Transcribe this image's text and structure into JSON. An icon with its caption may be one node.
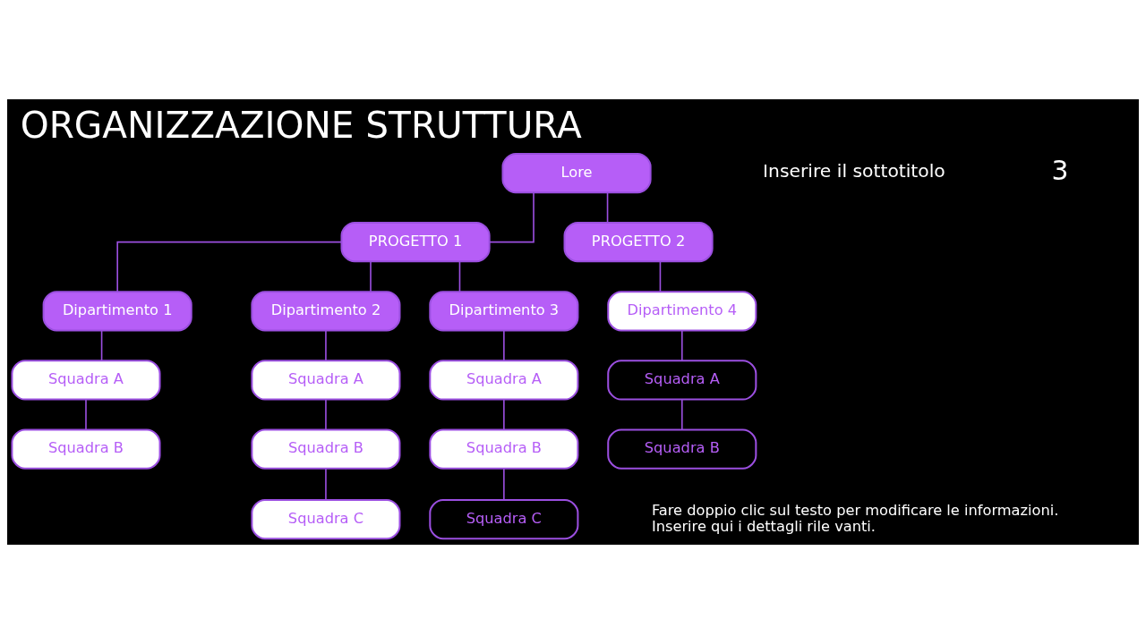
{
  "diagram": {
    "title": "ORGANIZZAZIONE STRUTTURA",
    "nodes": [
      {
        "text": [
          "Lore"
        ]
      },
      {
        "text": [
          "PROGETTO 1"
        ]
      },
      {
        "text": [
          "PROGETTO 2"
        ]
      },
      {
        "text": [
          "Dipartimento 1"
        ]
      },
      {
        "text": [
          "Dipartimento 2"
        ]
      },
      {
        "text": [
          "Dipartimento 3"
        ]
      },
      {
        "text": [
          "Dipartimento 4"
        ]
      },
      {
        "text": [
          "Squadra A"
        ]
      },
      {
        "text": [
          "Squadra B"
        ]
      },
      {
        "text": [
          "Squadra A"
        ]
      },
      {
        "text": [
          "Squadra B"
        ]
      },
      {
        "text": [
          "Squadra C"
        ]
      },
      {
        "text": [
          "Squadra A"
        ]
      },
      {
        "text": [
          "Squadra B"
        ]
      },
      {
        "text": [
          "Squadra C"
        ]
      },
      {
        "text": [
          "Squadra A"
        ]
      },
      {
        "text": [
          "Squadra B"
        ]
      }
    ],
    "edges": [
      {
        "from": 0,
        "to": 1,
        "arrow": "none"
      },
      {
        "from": 0,
        "to": 2,
        "arrow": "none"
      },
      {
        "from": 1,
        "to": 3,
        "arrow": "none"
      },
      {
        "from": 1,
        "to": 4,
        "arrow": "none"
      },
      {
        "from": 1,
        "to": 5,
        "arrow": "none"
      },
      {
        "from": 2,
        "to": 6,
        "arrow": "none"
      },
      {
        "from": 3,
        "to": 7,
        "arrow": "none"
      },
      {
        "from": 7,
        "to": 8,
        "arrow": "none"
      },
      {
        "from": 4,
        "to": 9,
        "arrow": "none"
      },
      {
        "from": 9,
        "to": 10,
        "arrow": "none"
      },
      {
        "from": 10,
        "to": 11,
        "arrow": "none"
      },
      {
        "from": 5,
        "to": 12,
        "arrow": "none"
      },
      {
        "from": 12,
        "to": 13,
        "arrow": "none"
      },
      {
        "from": 13,
        "to": 14,
        "arrow": "none"
      },
      {
        "from": 6,
        "to": 15,
        "arrow": "none"
      },
      {
        "from": 15,
        "to": 16,
        "arrow": "none"
      }
    ],
    "labels": [
      "3",
      "Inserire il sottotitolo",
      "Fare doppio clic sul testo per modificare le informazioni. Inserire qui i dettagli rile vanti."
    ]
  }
}
